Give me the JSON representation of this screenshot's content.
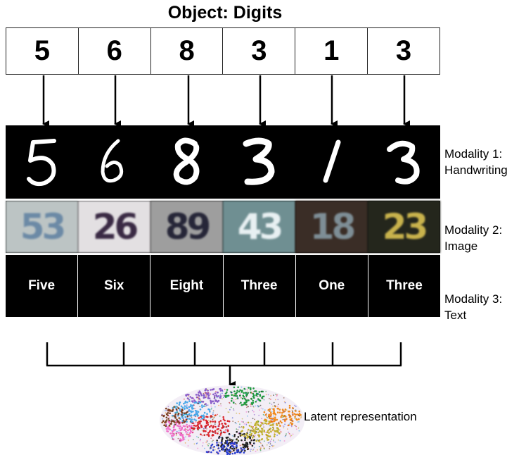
{
  "title": "Object: Digits",
  "digits": [
    "5",
    "6",
    "8",
    "3",
    "1",
    "3"
  ],
  "modalities": [
    {
      "label": "Modality 1:",
      "name": "Handwriting"
    },
    {
      "label": "Modality 2:",
      "name": "Image"
    },
    {
      "label": "Modality 3:",
      "name": "Text"
    }
  ],
  "handwriting_glyphs": [
    "5",
    "6",
    "8",
    "3",
    "1",
    "3"
  ],
  "image_digits": [
    {
      "text": "53",
      "bg": "#bcc4c4",
      "fg": "#6c8aa6"
    },
    {
      "text": "26",
      "bg": "#e3e0e2",
      "fg": "#3a2a44"
    },
    {
      "text": "89",
      "bg": "#9e9e9e",
      "fg": "#262638"
    },
    {
      "text": "43",
      "bg": "#6f8f92",
      "fg": "#e8f0f2"
    },
    {
      "text": "18",
      "bg": "#3a2d26",
      "fg": "#7e8e96"
    },
    {
      "text": "23",
      "bg": "#24261c",
      "fg": "#c8b24c"
    }
  ],
  "text_words": [
    "Five",
    "Six",
    "Eight",
    "Three",
    "One",
    "Three"
  ],
  "latent_label": "Latent representation",
  "cluster_colors": [
    "#d9232a",
    "#222222",
    "#4aa8e8",
    "#1f9a3f",
    "#f06ec8",
    "#f08a1e",
    "#8a5cc8",
    "#2a3fd0",
    "#c0b030",
    "#7a3e22"
  ]
}
